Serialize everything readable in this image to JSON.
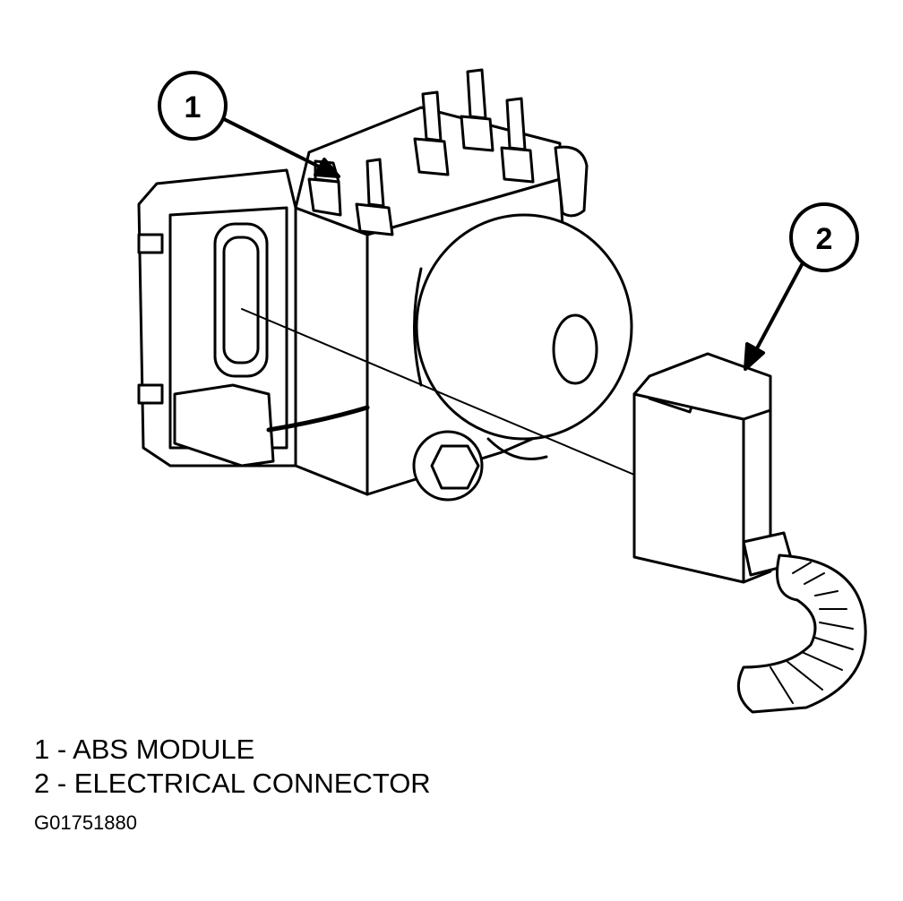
{
  "callouts": [
    {
      "number": "1"
    },
    {
      "number": "2"
    }
  ],
  "legend": [
    {
      "number": "1",
      "text": "1 - ABS MODULE"
    },
    {
      "number": "2",
      "text": "2 - ELECTRICAL CONNECTOR"
    }
  ],
  "figure_id": "G01751880",
  "colors": {
    "line": "#000000",
    "background": "#ffffff"
  }
}
